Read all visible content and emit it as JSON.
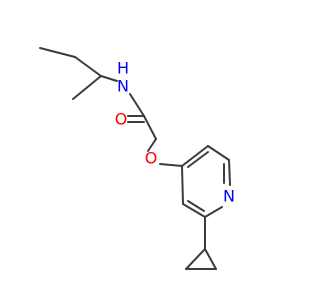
{
  "molecule": {
    "atoms": {
      "N_amide": {
        "symbol": "N",
        "hydrogens": "H",
        "color": "#0000ff"
      },
      "O_carbonyl": {
        "symbol": "O",
        "color": "#ff0000"
      },
      "O_ether": {
        "symbol": "O",
        "color": "#ff0000"
      },
      "N_pyridine": {
        "symbol": "N",
        "color": "#0000ff"
      }
    },
    "bond_color": "#3c3c3c"
  }
}
